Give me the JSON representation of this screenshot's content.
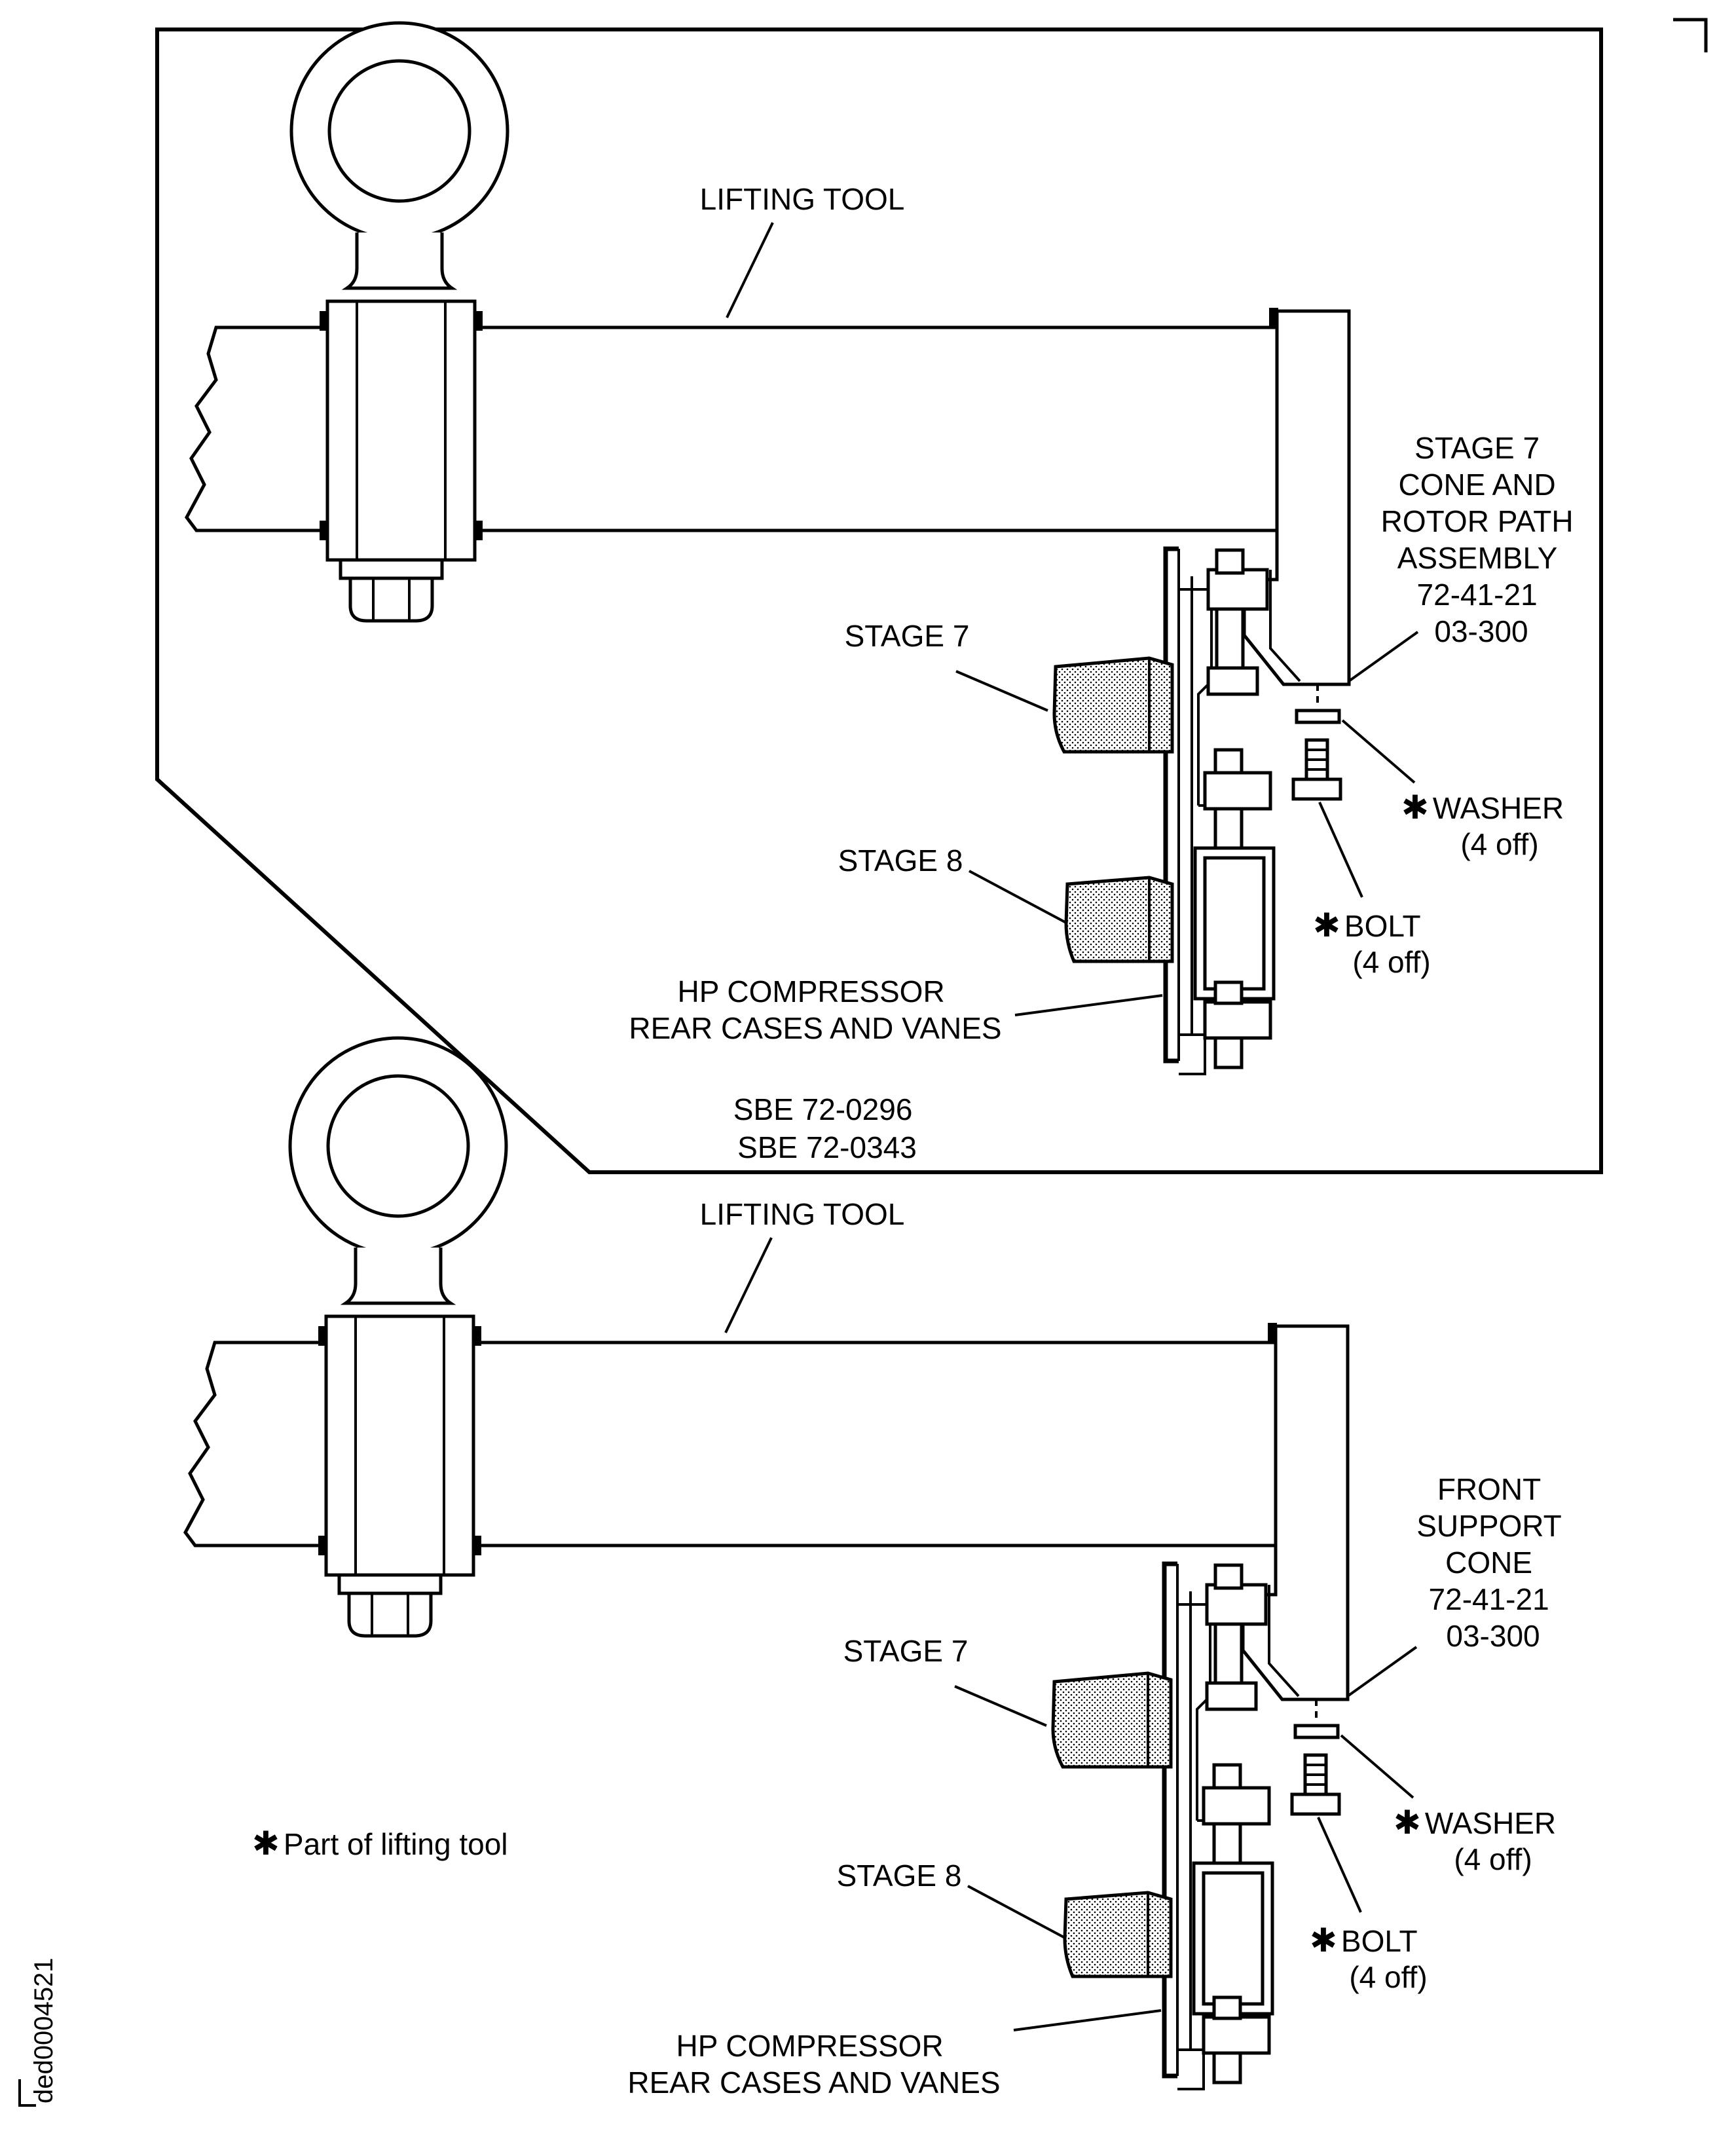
{
  "figure_ref": "ded0004521",
  "upper_view": {
    "lifting_tool": "LIFTING TOOL",
    "cone_label": [
      "STAGE 7",
      "CONE AND",
      "ROTOR PATH",
      "ASSEMBLY",
      "72-41-21",
      "03-300"
    ],
    "stage7": "STAGE 7",
    "stage8": "STAGE 8",
    "hp_compressor": [
      "HP COMPRESSOR",
      "REAR CASES AND VANES"
    ],
    "washer": [
      "WASHER",
      "(4 off)"
    ],
    "bolt": [
      "BOLT",
      "(4 off)"
    ],
    "sbe": [
      "SBE 72-0296",
      "SBE 72-0343"
    ]
  },
  "lower_view": {
    "lifting_tool": "LIFTING TOOL",
    "cone_label": [
      "FRONT",
      "SUPPORT",
      "CONE",
      "72-41-21",
      "03-300"
    ],
    "stage7": "STAGE 7",
    "stage8": "STAGE 8",
    "hp_compressor": [
      "HP COMPRESSOR",
      "REAR CASES AND VANES"
    ],
    "washer": [
      "WASHER",
      "(4 off)"
    ],
    "bolt": [
      "BOLT",
      "(4 off)"
    ]
  },
  "asterisk": "✱",
  "note": "Part of lifting tool"
}
